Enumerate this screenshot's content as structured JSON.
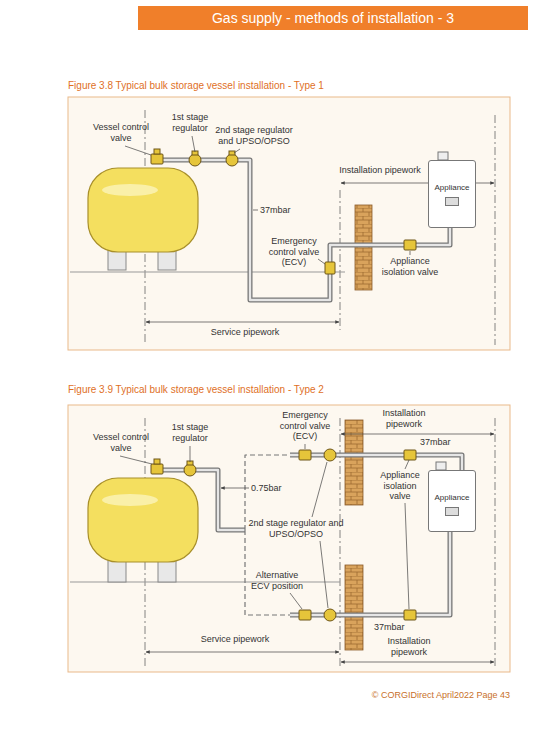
{
  "diagram": {
    "title": "Gas supply - methods of installation - 3",
    "nodes": [
      {
        "text": [
          "Appliance"
        ]
      },
      {
        "text": [
          "Appliance"
        ]
      }
    ],
    "labels": [
      "Figure 3.8 Typical bulk storage vessel installation - Type 1",
      "Vessel control valve",
      "1st stage regulator",
      "2nd stage regulator and UPSO/OPSO",
      "Installation pipework",
      "37mbar",
      "Emergency control valve (ECV)",
      "Appliance isolation valve",
      "Service pipework",
      "Figure 3.9 Typical bulk storage vessel installation - Type 2",
      "Vessel control valve",
      "1st stage regulator",
      "0.75bar",
      "Emergency control valve (ECV)",
      "Installation pipework",
      "37mbar",
      "Appliance isolation valve",
      "2nd stage regulator and UPSO/OPSO",
      "Alternative ECV position",
      "37mbar",
      "Service pipework",
      "Installation pipework",
      "© CORGIDirect April2022 Page 43"
    ]
  }
}
